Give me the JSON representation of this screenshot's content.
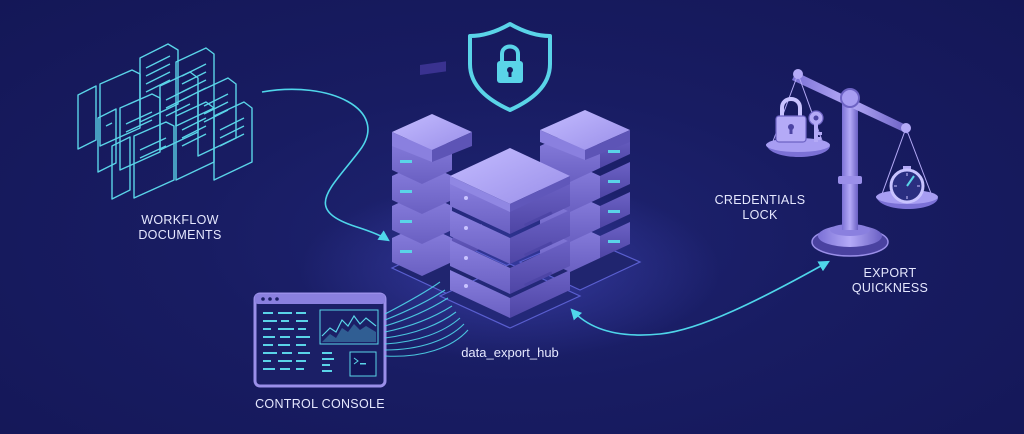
{
  "labels": {
    "workflow_documents": "WORKFLOW\nDOCUMENTS",
    "credentials_lock": "CREDENTIALS\nLOCK",
    "export_quickness": "EXPORT\nQUICKNESS",
    "hub": "data_export_hub",
    "control_console": "CONTROL CONSOLE"
  },
  "icons": [
    "folder-stack-icon",
    "shield-lock-icon",
    "server-rack-icon",
    "terminal-console-icon",
    "balance-scale-icon",
    "padlock-icon",
    "key-icon",
    "stopwatch-icon"
  ],
  "colors": {
    "background": "#16195a",
    "line_accent": "#4fd6ea",
    "server_top": "#a79df2",
    "server_side": "#6d63c4",
    "server_dark": "#4c44a3",
    "shield": "#5ad4e8"
  }
}
